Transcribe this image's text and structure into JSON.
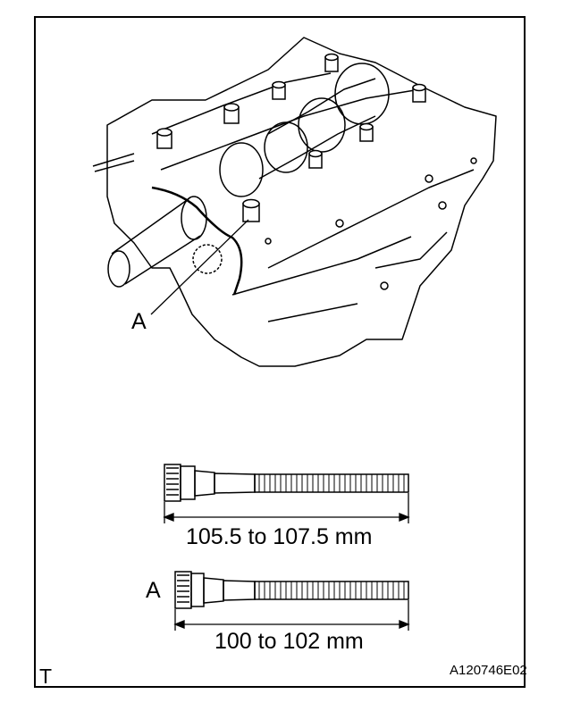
{
  "callout_label": "A",
  "bolts": [
    {
      "label": "",
      "dimension": "105.5 to 107.5 mm"
    },
    {
      "label": "A",
      "dimension": "100 to 102 mm"
    }
  ],
  "corner_mark": "T",
  "figure_id": "A120746E02"
}
